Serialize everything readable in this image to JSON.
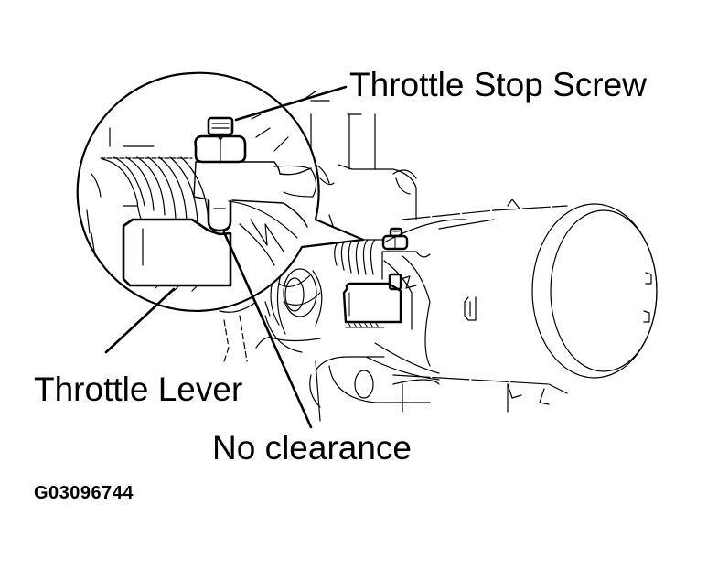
{
  "diagram": {
    "type": "technical-illustration",
    "subject": "throttle body with magnified detail of throttle stop screw and throttle lever",
    "labels": {
      "throttle_stop_screw": "Throttle Stop Screw",
      "throttle_lever": "Throttle Lever",
      "no_clearance": "No clearance"
    },
    "figure_id": "G03096744",
    "colors": {
      "line": "#000000",
      "background": "#ffffff"
    }
  }
}
